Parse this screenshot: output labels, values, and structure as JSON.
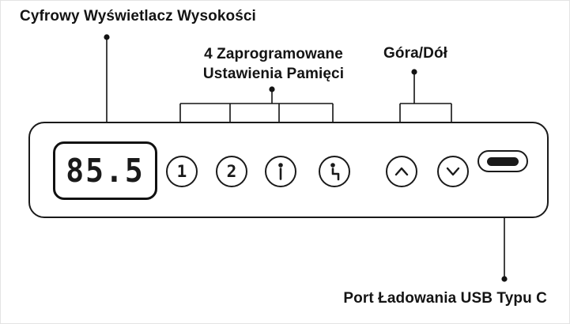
{
  "labels": {
    "display": "Cyfrowy Wyświetlacz Wysokości",
    "memory_line1": "4 Zaprogramowane",
    "memory_line2": "Ustawienia Pamięci",
    "updown": "Góra/Dół",
    "usb": "Port Ładowania USB Typu C"
  },
  "panel": {
    "display_value": "85.5",
    "buttons": {
      "preset1": "1",
      "preset2": "2"
    },
    "icons": {
      "preset_stand": "person-standing",
      "preset_sit": "person-sitting",
      "up": "chevron-up",
      "down": "chevron-down",
      "usb_port": "usb-c-port"
    }
  },
  "colors": {
    "ink": "#141414",
    "background": "#ffffff"
  }
}
